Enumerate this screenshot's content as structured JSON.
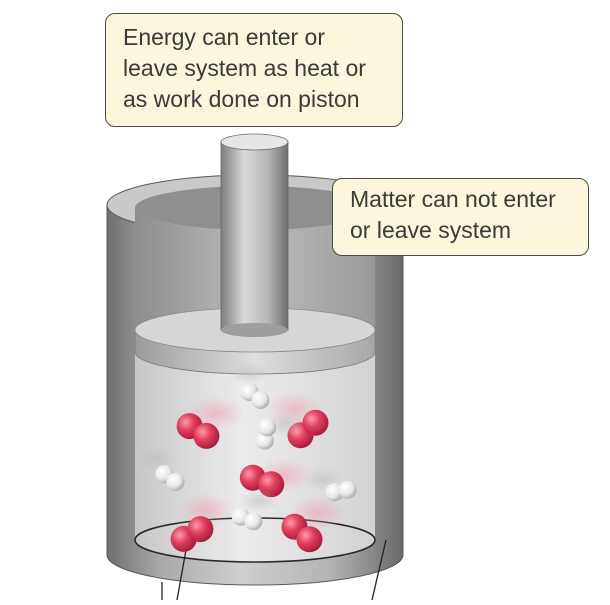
{
  "callouts": {
    "energy": {
      "lines": [
        "Energy can enter or",
        "leave system as heat or",
        "as work done on piston"
      ]
    },
    "matter": {
      "lines": [
        "Matter can not enter",
        "or leave system"
      ]
    }
  },
  "colors": {
    "callout_fill": "#fbf6dc",
    "molecule_red": "#e0405f",
    "molecule_white": "#f2f2f2",
    "cylinder_gray": "#9a9a9a"
  }
}
